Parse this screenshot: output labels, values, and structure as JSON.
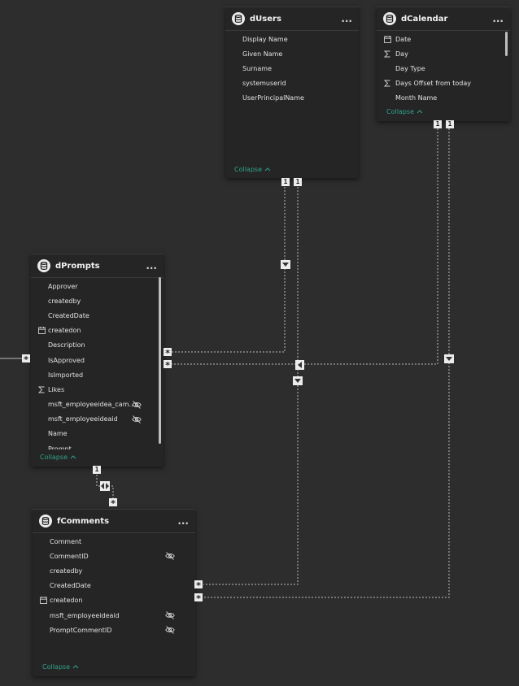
{
  "tables": {
    "dUsers": {
      "title": "dUsers",
      "collapse_label": "Collapse",
      "fields": [
        {
          "name": "Display Name",
          "icon": "none",
          "hidden": false
        },
        {
          "name": "Given Name",
          "icon": "none",
          "hidden": false
        },
        {
          "name": "Surname",
          "icon": "none",
          "hidden": false
        },
        {
          "name": "systemuserid",
          "icon": "none",
          "hidden": false
        },
        {
          "name": "UserPrincipalName",
          "icon": "none",
          "hidden": false
        }
      ]
    },
    "dCalendar": {
      "title": "dCalendar",
      "collapse_label": "Collapse",
      "fields": [
        {
          "name": "Date",
          "icon": "calendar-icon",
          "hidden": false
        },
        {
          "name": "Day",
          "icon": "sigma-icon",
          "hidden": false
        },
        {
          "name": "Day Type",
          "icon": "none",
          "hidden": false
        },
        {
          "name": "Days Offset from today",
          "icon": "sigma-icon",
          "hidden": false
        },
        {
          "name": "Month Name",
          "icon": "none",
          "hidden": false
        }
      ]
    },
    "dPrompts": {
      "title": "dPrompts",
      "collapse_label": "Collapse",
      "fields": [
        {
          "name": "Approver",
          "icon": "none",
          "hidden": false
        },
        {
          "name": "createdby",
          "icon": "none",
          "hidden": false
        },
        {
          "name": "CreatedDate",
          "icon": "none",
          "hidden": false
        },
        {
          "name": "createdon",
          "icon": "calendar-icon",
          "hidden": false
        },
        {
          "name": "Description",
          "icon": "none",
          "hidden": false
        },
        {
          "name": "IsApproved",
          "icon": "none",
          "hidden": false
        },
        {
          "name": "IsImported",
          "icon": "none",
          "hidden": false
        },
        {
          "name": "Likes",
          "icon": "sigma-icon",
          "hidden": false
        },
        {
          "name": "msft_employeeidea_cam...",
          "icon": "none",
          "hidden": true
        },
        {
          "name": "msft_employeeideaid",
          "icon": "none",
          "hidden": true
        },
        {
          "name": "Name",
          "icon": "none",
          "hidden": false
        },
        {
          "name": "Prompt",
          "icon": "none",
          "hidden": false
        }
      ]
    },
    "fComments": {
      "title": "fComments",
      "collapse_label": "Collapse",
      "fields": [
        {
          "name": "Comment",
          "icon": "none",
          "hidden": false
        },
        {
          "name": "CommentID",
          "icon": "none",
          "hidden": true
        },
        {
          "name": "createdby",
          "icon": "none",
          "hidden": false
        },
        {
          "name": "CreatedDate",
          "icon": "none",
          "hidden": false
        },
        {
          "name": "createdon",
          "icon": "calendar-icon",
          "hidden": false
        },
        {
          "name": "msft_employeeideaid",
          "icon": "none",
          "hidden": true
        },
        {
          "name": "PromptCommentID",
          "icon": "none",
          "hidden": true
        }
      ]
    }
  },
  "cardinality": {
    "one": "1",
    "many": "*"
  },
  "more_icon": "...",
  "colors": {
    "canvas": "#2d2d2d",
    "card": "#252525",
    "collapse_link": "#2fa389",
    "relationship_line": "#bdbdbd"
  }
}
